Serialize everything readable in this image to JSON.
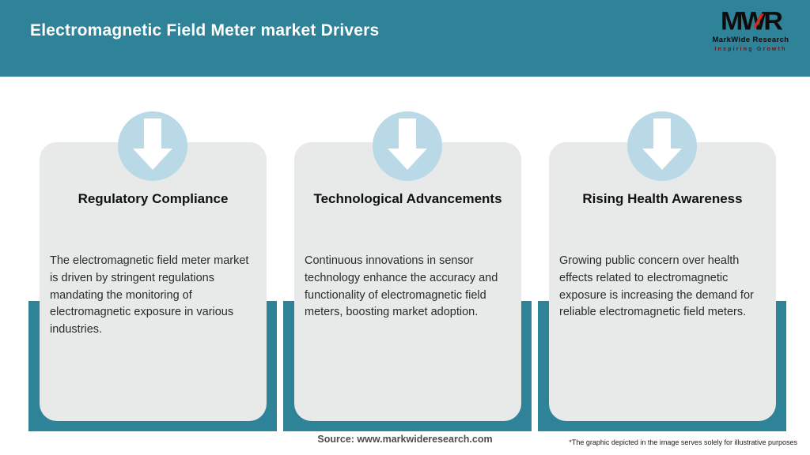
{
  "header": {
    "title": "Electromagnetic Field Meter market Drivers",
    "logo": {
      "monogram": "MWR",
      "name": "MarkWide Research",
      "tagline": "Inspiring Growth"
    }
  },
  "cards": [
    {
      "icon": "down-arrow-icon",
      "title": "Regulatory Compliance",
      "description": "The electromagnetic field meter market is driven by stringent regulations mandating the monitoring of electromagnetic exposure in various industries."
    },
    {
      "icon": "down-arrow-icon",
      "title": "Technological Advancements",
      "description": "Continuous innovations in sensor technology enhance the accuracy and functionality of electromagnetic field meters, boosting market adoption."
    },
    {
      "icon": "down-arrow-icon",
      "title": "Rising Health Awareness",
      "description": "Growing public concern over health effects related to electromagnetic exposure is increasing the demand for reliable electromagnetic field meters."
    }
  ],
  "footer": {
    "source": "Source: www.markwideresearch.com",
    "disclaimer": "*The graphic depicted in the image serves solely for illustrative purposes"
  },
  "colors": {
    "teal": "#2f8399",
    "circle_blue": "#b9d9e6",
    "card_bg": "#e8eaea",
    "logo_accent_red": "#d8271c"
  }
}
